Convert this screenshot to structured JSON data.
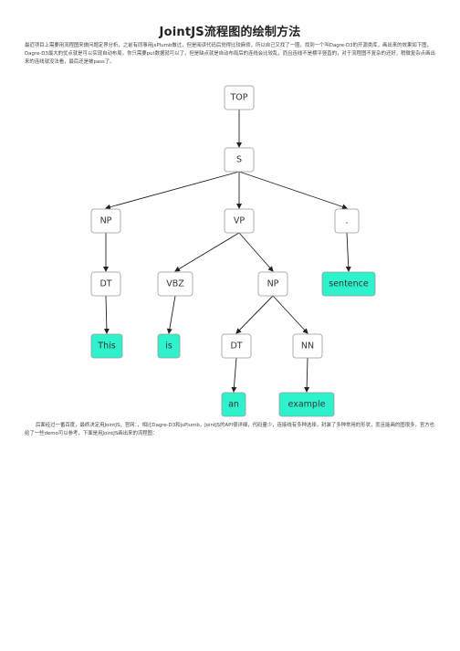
{
  "title": "JointJS流程图的绘制方法",
  "intro": "最近项目上需要用流程图来做问题定界分析，之前有同事用jsPlumb做过，但是阅读代码后觉得比较麻烦，所以自己又找了一圈，找到一个叫Dagre-D3的开源类库，画出来的效果如下图，Dagre-D3最大的优点就是可以实现自动布局，你只需要put数据就可以了，但是缺点就是自动布局后的连线会比较乱，而且连线不是横平竖直的，对于流程图不复杂的还好，稍微复杂点画出来的连线就没法看，最后还是被pass了。",
  "outro": "后面经过一番百度，最终决定用JointJS，官网：，相比Dagre-D3和jsPlumb，JointJS的API很详细，代码量少，连接线有多种选择，封装了多种常用的形状，而且能画的图很多，官方也给了一些demo可以参考，下面是用JointJS画出来的流程图：",
  "tree": {
    "nodes": [
      {
        "id": "top",
        "label": "TOP",
        "leaf": false
      },
      {
        "id": "s",
        "label": "S",
        "leaf": false
      },
      {
        "id": "np1",
        "label": "NP",
        "leaf": false
      },
      {
        "id": "vp",
        "label": "VP",
        "leaf": false
      },
      {
        "id": "dot",
        "label": ".",
        "leaf": false
      },
      {
        "id": "dt1",
        "label": "DT",
        "leaf": false
      },
      {
        "id": "vbz",
        "label": "VBZ",
        "leaf": false
      },
      {
        "id": "np2",
        "label": "NP",
        "leaf": false
      },
      {
        "id": "sentence",
        "label": "sentence",
        "leaf": true
      },
      {
        "id": "this",
        "label": "This",
        "leaf": true
      },
      {
        "id": "is",
        "label": "is",
        "leaf": true
      },
      {
        "id": "dt2",
        "label": "DT",
        "leaf": false
      },
      {
        "id": "nn",
        "label": "NN",
        "leaf": false
      },
      {
        "id": "an",
        "label": "an",
        "leaf": true
      },
      {
        "id": "example",
        "label": "example",
        "leaf": true
      }
    ],
    "edges": [
      [
        "top",
        "s"
      ],
      [
        "s",
        "np1"
      ],
      [
        "s",
        "vp"
      ],
      [
        "s",
        "dot"
      ],
      [
        "np1",
        "dt1"
      ],
      [
        "vp",
        "vbz"
      ],
      [
        "vp",
        "np2"
      ],
      [
        "dot",
        "sentence"
      ],
      [
        "dt1",
        "this"
      ],
      [
        "vbz",
        "is"
      ],
      [
        "np2",
        "dt2"
      ],
      [
        "np2",
        "nn"
      ],
      [
        "dt2",
        "an"
      ],
      [
        "nn",
        "example"
      ]
    ],
    "colors": {
      "leaf_fill": "#2ef2cc",
      "node_fill": "#ffffff",
      "border": "#999999",
      "edge": "#222222"
    }
  }
}
